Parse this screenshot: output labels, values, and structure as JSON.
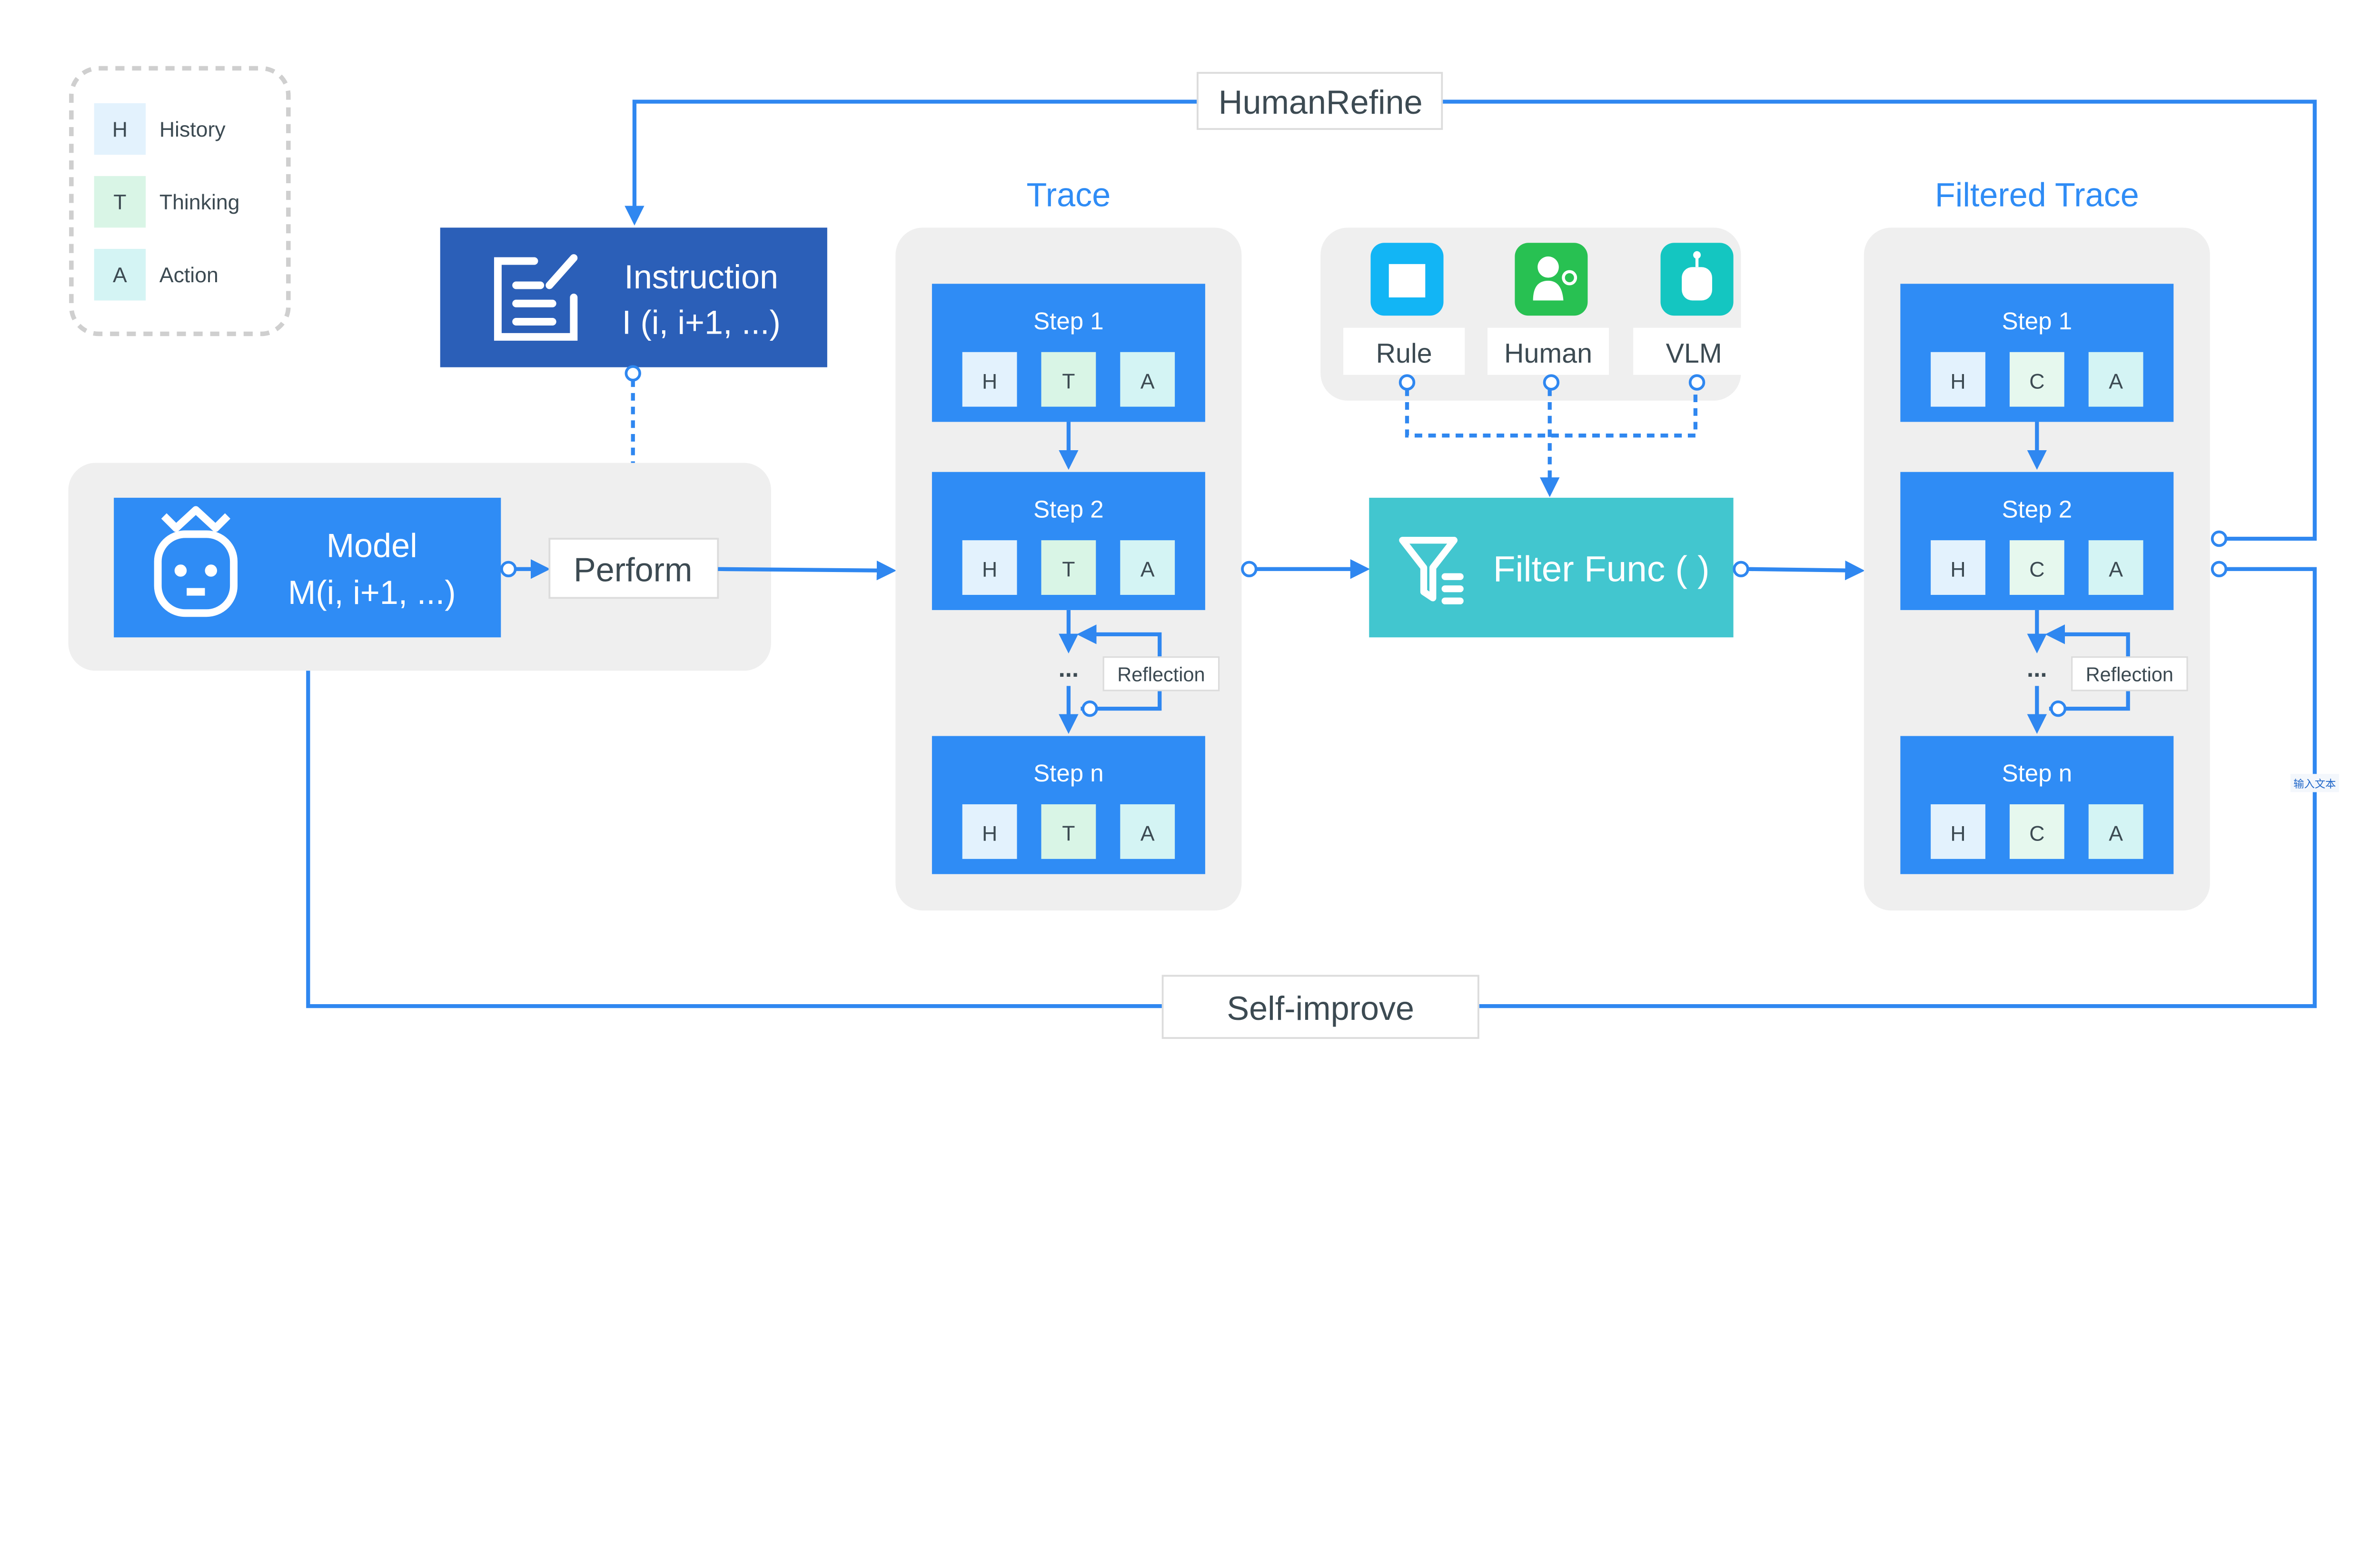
{
  "legend": {
    "items": [
      {
        "letter": "H",
        "label": "History",
        "color": "#E3F2FD"
      },
      {
        "letter": "T",
        "label": "Thinking",
        "color": "#D9F5E6"
      },
      {
        "letter": "A",
        "label": "Action",
        "color": "#D4F4F4"
      }
    ]
  },
  "human_refine": "HumanRefine",
  "self_improve": "Self-improve",
  "side_note": "输入文本",
  "instruction": {
    "title": "Instruction",
    "subtitle": "I (i, i+1, ...)",
    "icon": "edit-document-icon",
    "color": "#2B5FB8"
  },
  "model": {
    "title": "Model",
    "subtitle": "M(i, i+1, ...)",
    "icon": "robot-icon",
    "color": "#2F8CF5"
  },
  "perform": "Perform",
  "trace": {
    "title": "Trace",
    "steps": [
      {
        "label": "Step 1",
        "parts": [
          "H",
          "T",
          "A"
        ]
      },
      {
        "label": "Step 2",
        "parts": [
          "H",
          "T",
          "A"
        ]
      },
      {
        "label": "Step n",
        "parts": [
          "H",
          "T",
          "A"
        ]
      }
    ],
    "ellipsis": "...",
    "reflection": "Reflection"
  },
  "filters": [
    {
      "label": "Rule",
      "icon": "book-icon",
      "color": "#12B5F5"
    },
    {
      "label": "Human",
      "icon": "user-gear-icon",
      "color": "#28C152"
    },
    {
      "label": "VLM",
      "icon": "robot-icon",
      "color": "#14C6C1"
    }
  ],
  "filter_func": {
    "label": "Filter Func ( )",
    "icon": "filter-icon",
    "color": "#42C6CF"
  },
  "filtered_trace": {
    "title": "Filtered Trace",
    "steps": [
      {
        "label": "Step 1",
        "parts": [
          "H",
          "C",
          "A"
        ]
      },
      {
        "label": "Step 2",
        "parts": [
          "H",
          "C",
          "A"
        ]
      },
      {
        "label": "Step n",
        "parts": [
          "H",
          "C",
          "A"
        ]
      }
    ],
    "ellipsis": "...",
    "reflection": "Reflection"
  },
  "colors": {
    "accent": "#2F8CF5",
    "line": "#2F87F0",
    "panel": "#EFEFEF",
    "title": "#2F8CF5"
  }
}
